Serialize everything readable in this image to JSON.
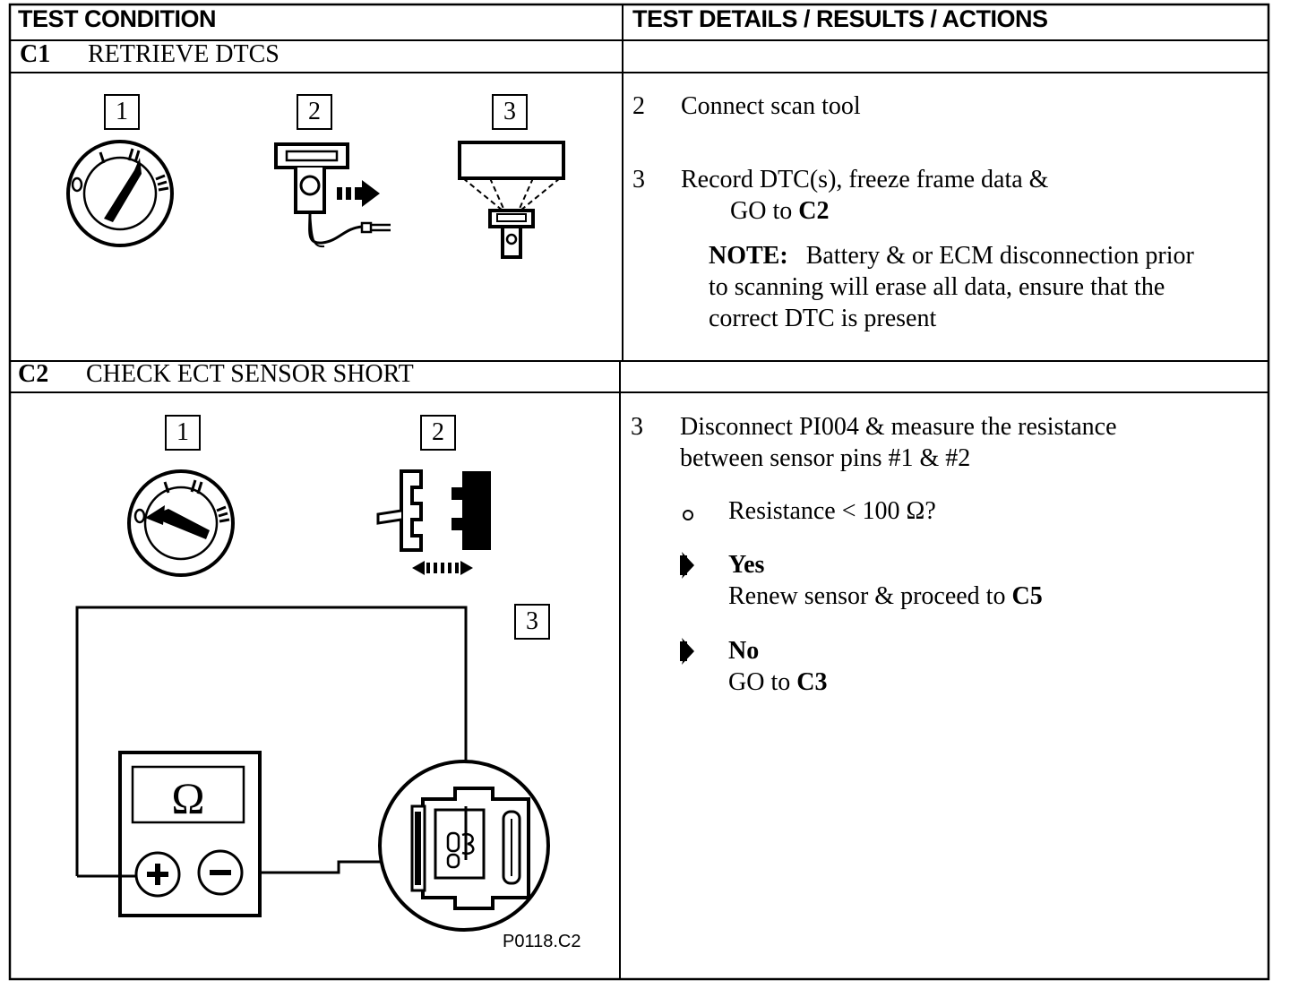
{
  "header": {
    "left": "TEST CONDITION",
    "right": "TEST DETAILS / RESULTS / ACTIONS"
  },
  "c1": {
    "code": "C1",
    "title": "RETRIEVE DTCS",
    "steps": [
      {
        "num": "2",
        "text": "Connect scan tool"
      },
      {
        "num": "3",
        "line1": "Record DTC(s), freeze frame data &",
        "line2_pre": "GO to ",
        "line2_ref": "C2"
      }
    ],
    "note": {
      "label": "NOTE:",
      "line1": "Battery & or ECM disconnection prior",
      "line2": "to scanning will erase all data, ensure that the",
      "line3": "correct DTC is present"
    },
    "figure_labels": [
      "1",
      "2",
      "3"
    ]
  },
  "c2": {
    "code": "C2",
    "title": "CHECK ECT SENSOR SHORT",
    "step": {
      "num": "3",
      "line1": "Disconnect PI004 & measure the resistance",
      "line2": "between sensor pins #1 & #2"
    },
    "question": "Resistance < 100 Ω?",
    "yes": {
      "label": "Yes",
      "action_pre": "Renew sensor & proceed to ",
      "action_ref": "C5"
    },
    "no": {
      "label": "No",
      "action_pre": "GO to ",
      "action_ref": "C3"
    },
    "figure_labels": [
      "1",
      "2",
      "3"
    ],
    "meter_symbol": "Ω",
    "figure_ref": "P0118.C2"
  }
}
